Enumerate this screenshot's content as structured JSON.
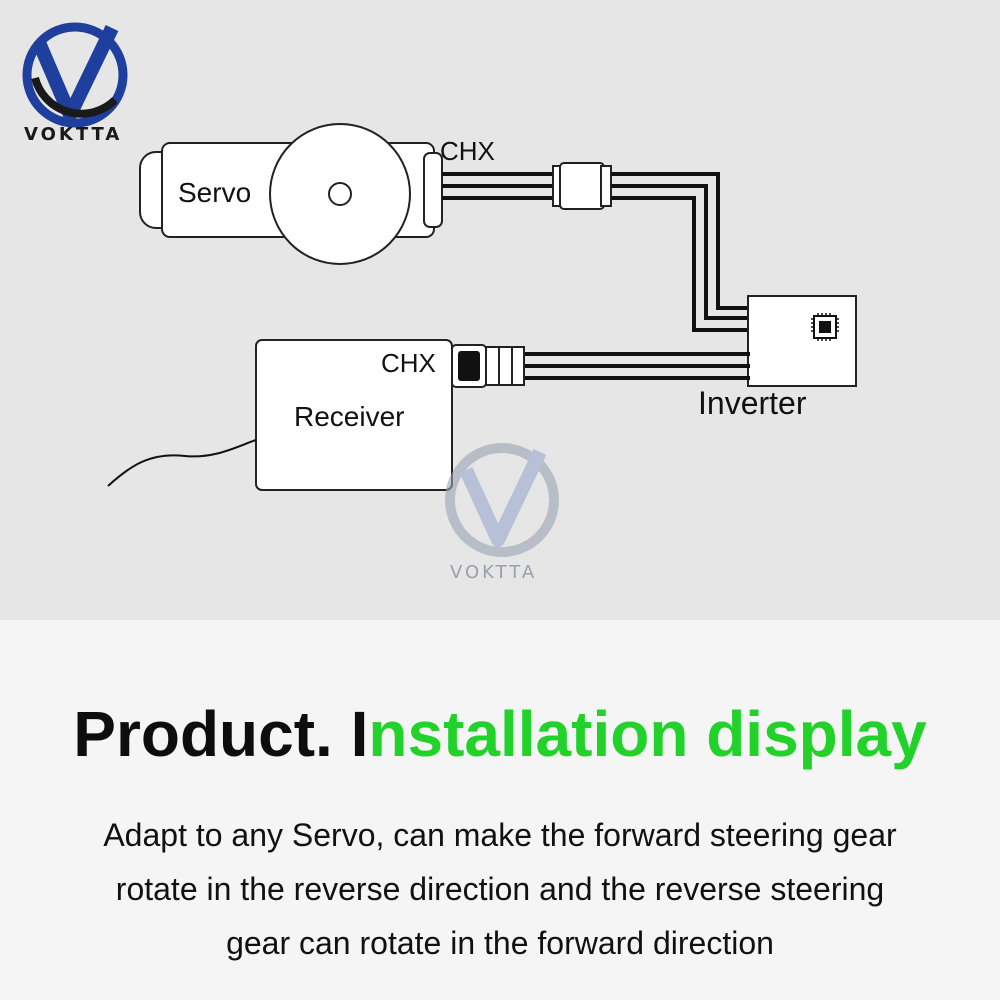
{
  "brand": {
    "name": "VOKTTA",
    "watermark_name": "VOKTTA",
    "colors": {
      "blue": "#1f3f9e",
      "dark": "#1a1a1a"
    }
  },
  "diagram": {
    "servo_label": "Servo",
    "servo_channel_label": "CHX",
    "receiver_label": "Receiver",
    "receiver_channel_label": "CHX",
    "inverter_label": "Inverter"
  },
  "headline": {
    "part1": "Product. I",
    "part2": "nstallation display",
    "colors": {
      "part1": "#0d0d0d",
      "part2": "#22d12a"
    }
  },
  "description": {
    "line1": "Adapt to any Servo, can make the forward steering gear",
    "line2": "rotate in the reverse direction and the reverse steering",
    "line3": "gear can rotate in the forward direction"
  }
}
